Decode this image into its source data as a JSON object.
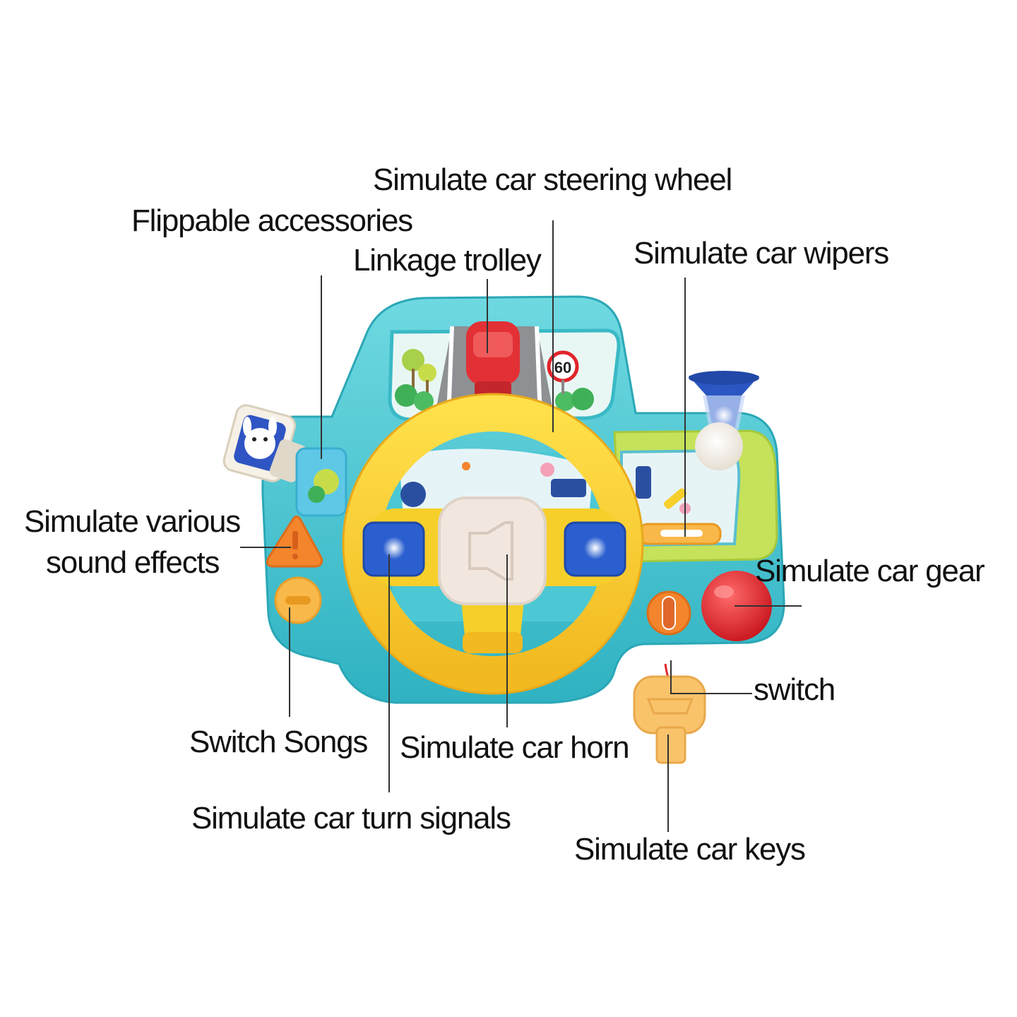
{
  "colors": {
    "background": "#ffffff",
    "body_teal": "#4cc8d4",
    "wheel_yellow": "#f6cf2a",
    "wheel_orange_edge": "#e8a91a",
    "turn_signal_blue": "#2b5fcf",
    "horn_pad": "#f1e7df",
    "gear_red": "#e0242c",
    "trolley_red": "#e23035",
    "key_orange": "#f9c36b",
    "leader_line": "#333333"
  },
  "toy": {
    "speed_sign_text": "60"
  },
  "labels": {
    "steering_wheel": "Simulate car steering wheel",
    "flippable_accessories": "Flippable accessories",
    "linkage_trolley": "Linkage trolley",
    "wipers": "Simulate car wipers",
    "sound_effects_line1": "Simulate various",
    "sound_effects_line2": "sound effects",
    "gear": "Simulate car gear",
    "switch": "switch",
    "switch_songs": "Switch Songs",
    "horn": "Simulate car horn",
    "turn_signals": "Simulate car turn signals",
    "car_keys": "Simulate car keys"
  }
}
